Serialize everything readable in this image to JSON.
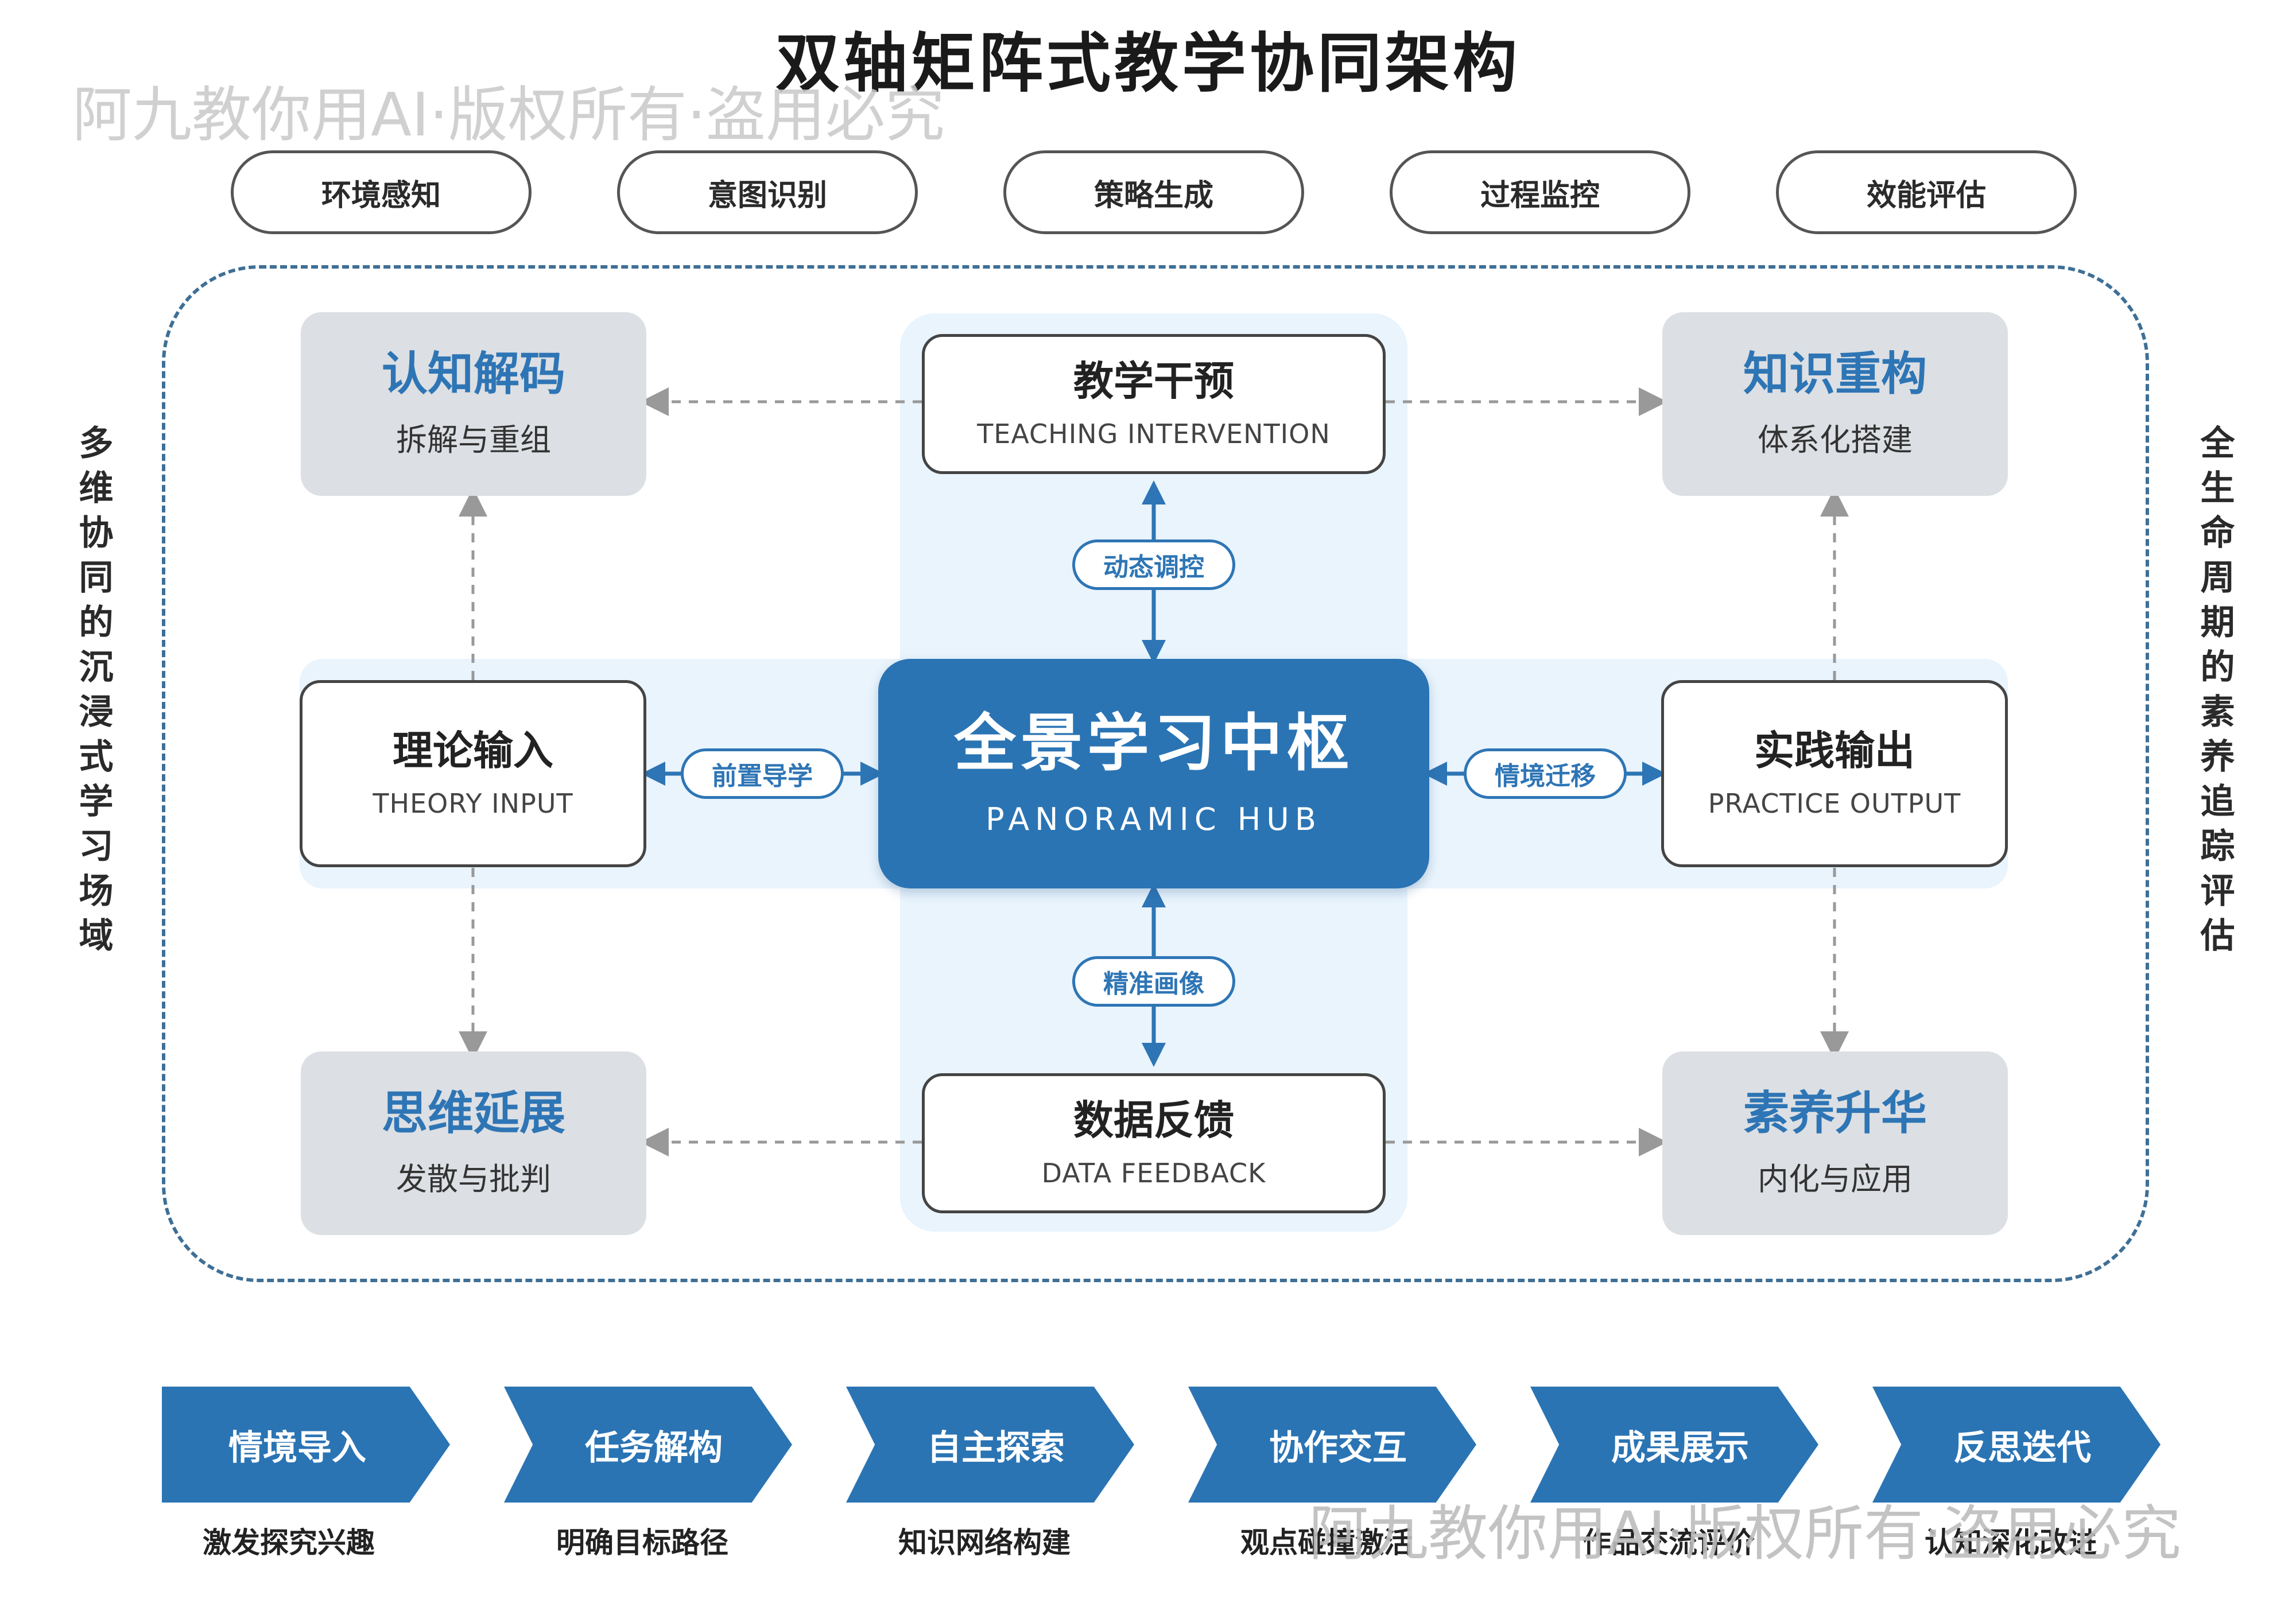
{
  "title": "双轴矩阵式教学协同架构",
  "watermark": "阿九教你用AI·版权所有·盗用必究",
  "top_pills": [
    "环境感知",
    "意图识别",
    "策略生成",
    "过程监控",
    "效能评估"
  ],
  "side_left": "多维协同的沉浸式学习场域",
  "side_right": "全生命周期的素养追踪评估",
  "corners": {
    "top_left": {
      "title": "认知解码",
      "sub": "拆解与重组"
    },
    "top_right": {
      "title": "知识重构",
      "sub": "体系化搭建"
    },
    "bottom_left": {
      "title": "思维延展",
      "sub": "发散与批判"
    },
    "bottom_right": {
      "title": "素养升华",
      "sub": "内化与应用"
    }
  },
  "nodes": {
    "top": {
      "title": "教学干预",
      "sub": "TEACHING INTERVENTION"
    },
    "bottom": {
      "title": "数据反馈",
      "sub": "DATA FEEDBACK"
    },
    "left": {
      "title": "理论输入",
      "sub": "THEORY INPUT"
    },
    "right": {
      "title": "实践输出",
      "sub": "PRACTICE OUTPUT"
    }
  },
  "hub": {
    "title": "全景学习中枢",
    "sub": "PANORAMIC HUB"
  },
  "connectors": {
    "top": "动态调控",
    "bottom": "精准画像",
    "left": "前置导学",
    "right": "情境迁移"
  },
  "process": [
    {
      "label": "情境导入",
      "sub": "激发探究兴趣"
    },
    {
      "label": "任务解构",
      "sub": "明确目标路径"
    },
    {
      "label": "自主探索",
      "sub": "知识网络构建"
    },
    {
      "label": "协作交互",
      "sub": "观点碰撞激活"
    },
    {
      "label": "成果展示",
      "sub": "作品交流评价"
    },
    {
      "label": "反思迭代",
      "sub": "认知深化改进"
    }
  ],
  "colors": {
    "accent": "#2a74b4",
    "frame": "#3e6f96",
    "band": "#e9f4fd",
    "gray_box": "#dcdfe3"
  }
}
